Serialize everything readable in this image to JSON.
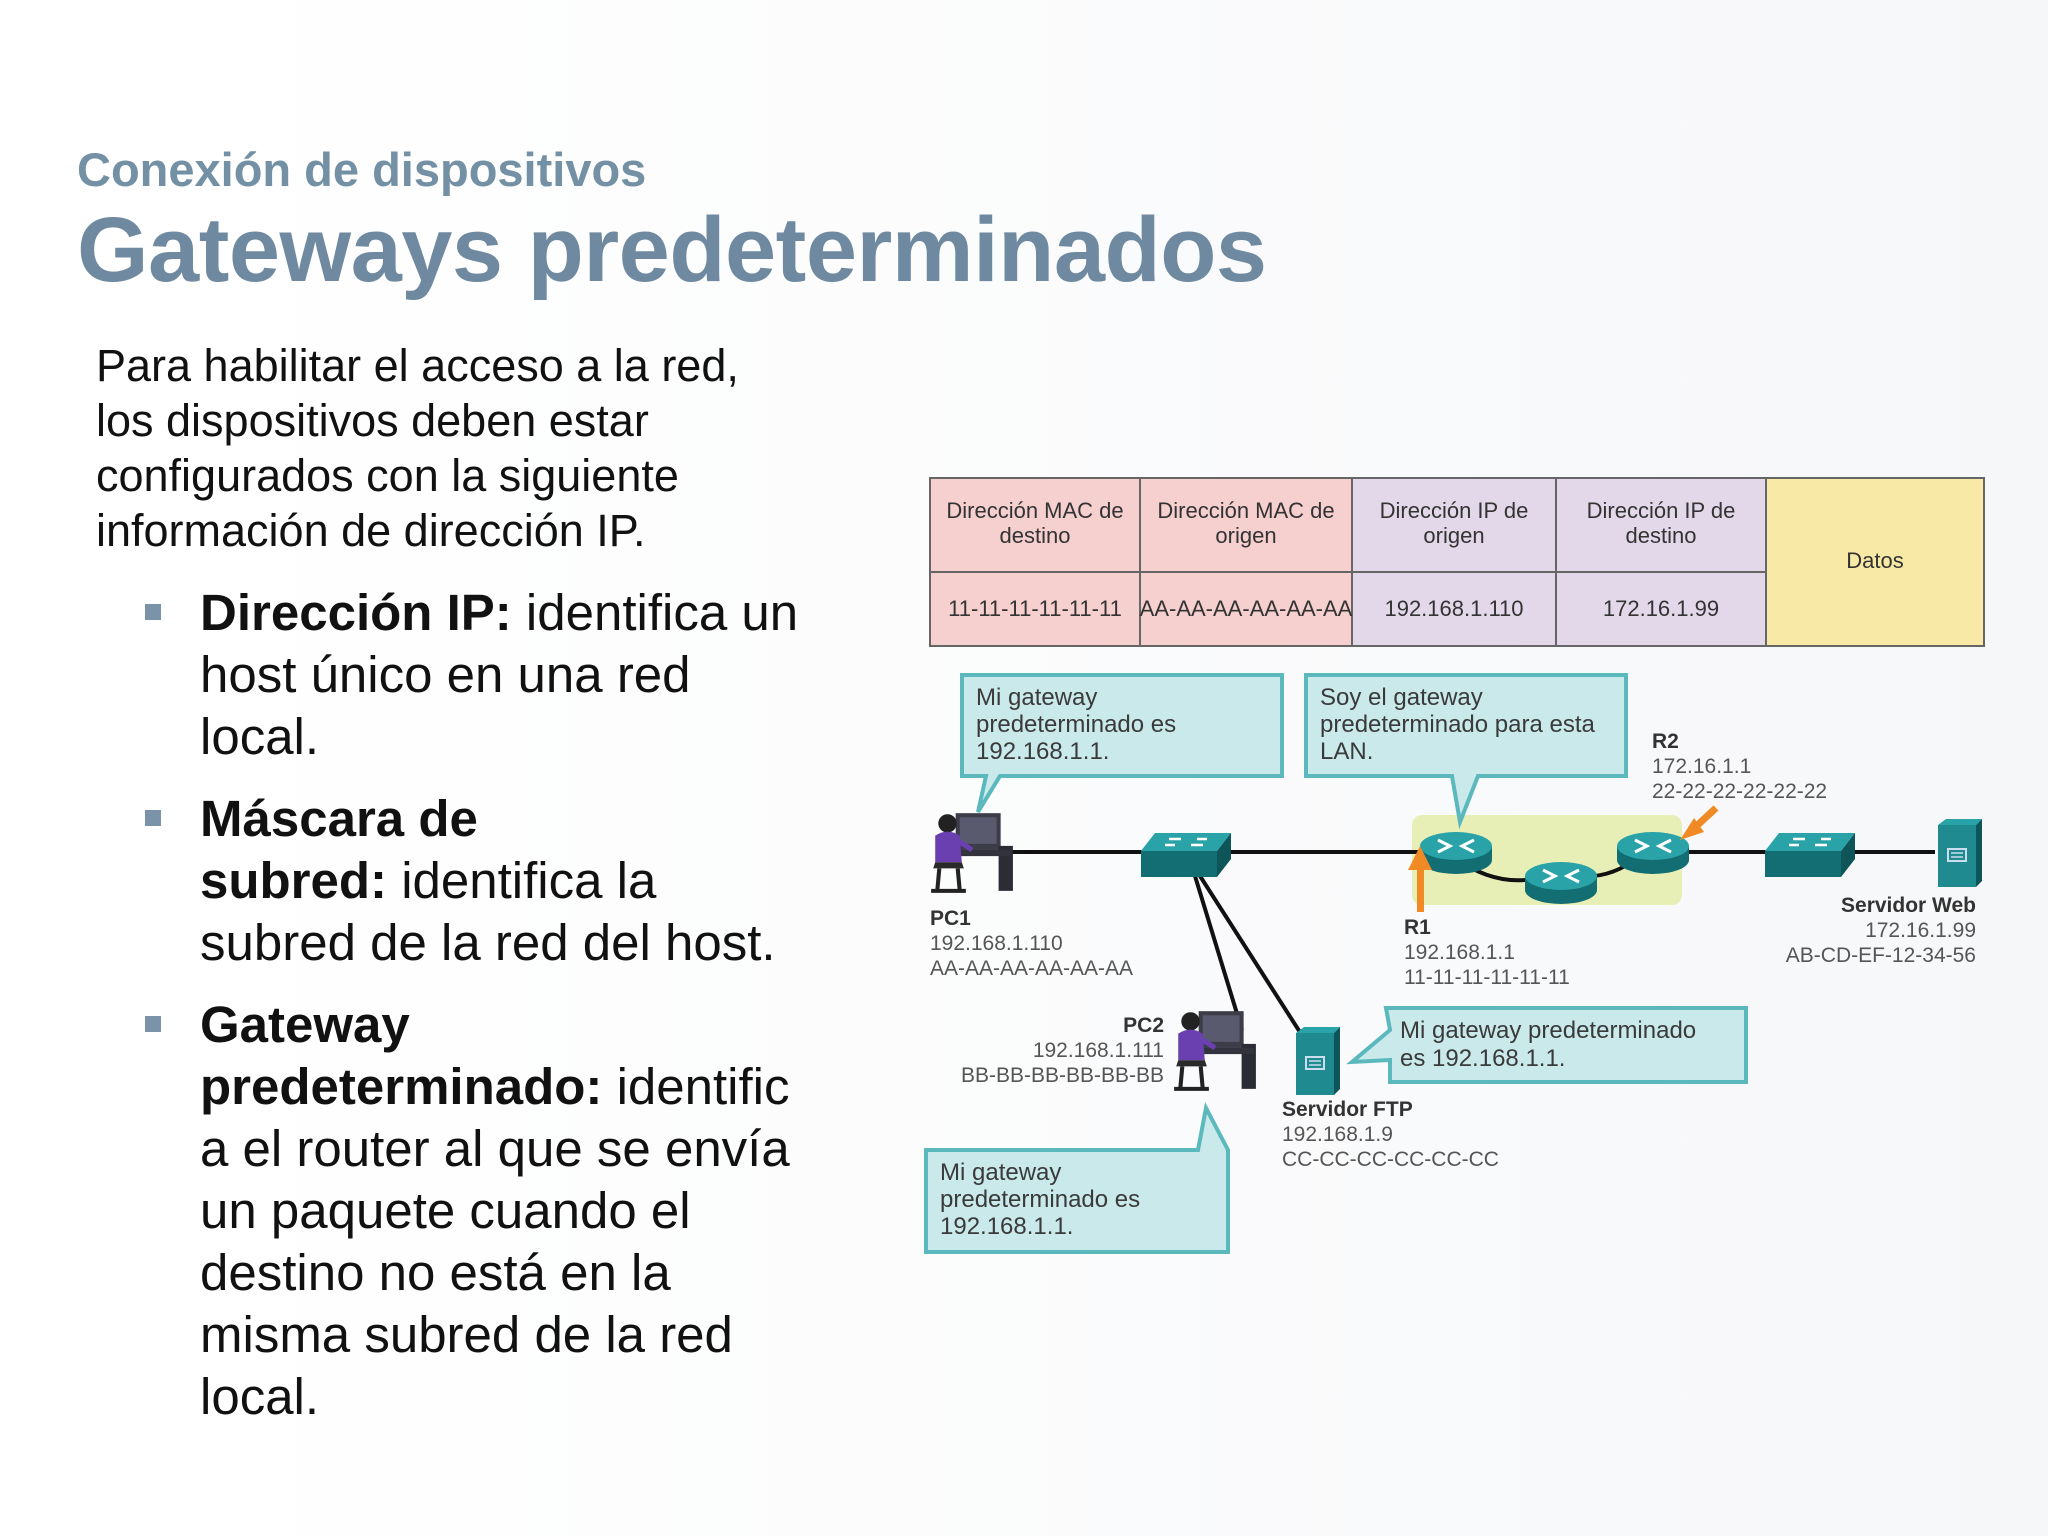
{
  "header": {
    "subtitle": "Conexión de dispositivos",
    "title": "Gateways predeterminados"
  },
  "intro_lines": [
    "Para habilitar el acceso a la red,",
    "los dispositivos deben estar",
    "configurados con la siguiente",
    "información de dirección IP."
  ],
  "bullets": [
    {
      "term": "Dirección IP:",
      "lines": [
        " identifica un",
        "host único en una red",
        "local."
      ]
    },
    {
      "term": "Máscara de",
      "lines": [
        "subred:",
        " identifica la",
        "subred de la red del host."
      ]
    },
    {
      "term": "Gateway",
      "lines": [
        "predeterminado:",
        " identific",
        "a el router al que se envía",
        "un paquete cuando el",
        "destino no está en la",
        "misma subred de la red",
        "local."
      ]
    }
  ],
  "table": {
    "headers": [
      [
        "Dirección MAC de",
        "destino"
      ],
      [
        "Dirección MAC de",
        "origen"
      ],
      [
        "Dirección IP de",
        "origen"
      ],
      [
        "Dirección IP de",
        "destino"
      ],
      [
        "Datos"
      ]
    ],
    "values": [
      "11-11-11-11-11-11",
      "AA-AA-AA-AA-AA-AA",
      "192.168.1.110",
      "172.16.1.99"
    ],
    "colors": [
      "#f6cfcf",
      "#f6cfcf",
      "#e2d8ea",
      "#e2d8ea",
      "#f8eaa6"
    ]
  },
  "bubbles": {
    "pc1": [
      "Mi gateway",
      "predeterminado es",
      "192.168.1.1."
    ],
    "r1": [
      "Soy el gateway",
      "predeterminado para esta",
      "LAN."
    ],
    "ftp": [
      "Mi gateway predeterminado",
      "es 192.168.1.1."
    ],
    "pc2": [
      "Mi gateway",
      "predeterminado es",
      "192.168.1.1."
    ]
  },
  "devices": {
    "pc1": {
      "name": "PC1",
      "ip": "192.168.1.110",
      "mac": "AA-AA-AA-AA-AA-AA"
    },
    "pc2": {
      "name": "PC2",
      "ip": "192.168.1.111",
      "mac": "BB-BB-BB-BB-BB-BB"
    },
    "r1": {
      "name": "R1",
      "ip": "192.168.1.1",
      "mac": "11-11-11-11-11-11"
    },
    "r2": {
      "name": "R2",
      "ip": "172.16.1.1",
      "mac": "22-22-22-22-22-22"
    },
    "ftp": {
      "name": "Servidor FTP",
      "ip": "192.168.1.9",
      "mac": "CC-CC-CC-CC-CC-CC"
    },
    "web": {
      "name": "Servidor Web",
      "ip": "172.16.1.99",
      "mac": "AB-CD-EF-12-34-56"
    }
  },
  "icons": {
    "pc": "user-at-computer-icon",
    "switch": "switch-icon",
    "router": "router-icon",
    "server": "server-icon",
    "arrow": "orange-arrow-icon"
  },
  "colors": {
    "heading": "#6f8aa0",
    "bubble_fill": "#c9e9ea",
    "bubble_border": "#5bb9be",
    "device_teal": "#1f8a8f",
    "wan_highlight": "#e8efb6",
    "arrow_orange": "#f08a24"
  }
}
